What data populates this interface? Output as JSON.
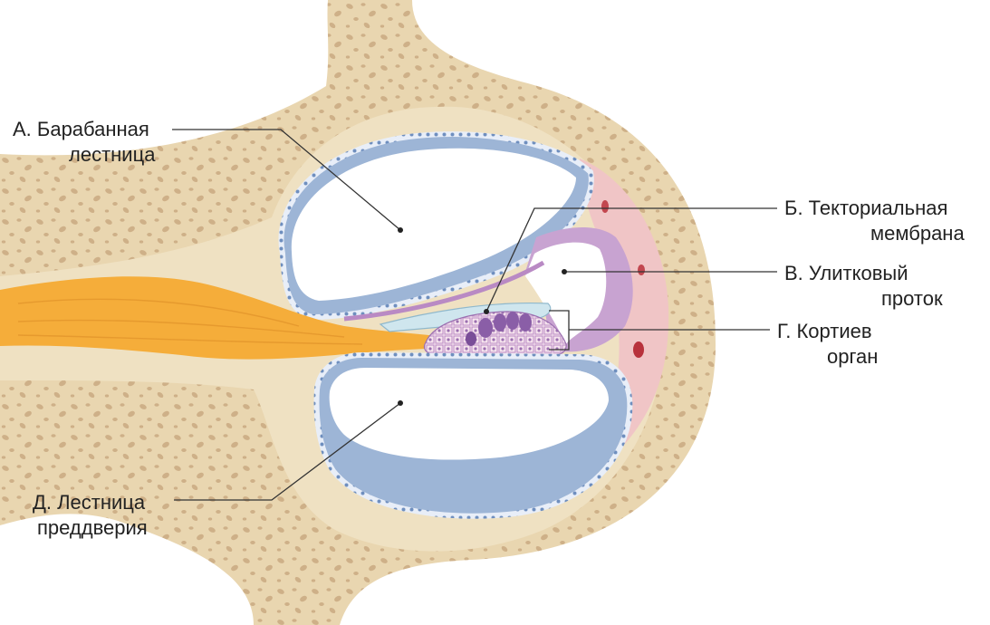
{
  "diagram": {
    "labels": {
      "a": {
        "line1": "А. Барабанная",
        "line2": "лестница"
      },
      "b": {
        "line1": "Б.  Текториальная",
        "line2": "мембрана"
      },
      "v": {
        "line1": "В.  Улитковый",
        "line2": "проток"
      },
      "g": {
        "line1": "Г.  Кортиев",
        "line2": "орган"
      },
      "d": {
        "line1": "Д. Лестница",
        "line2": "преддверия"
      }
    },
    "colors": {
      "bone": "#e9d6b0",
      "bone_spots": "#c9a981",
      "membrane": "#9db5d6",
      "membrane_edge": "#6f8fbf",
      "ligament": "#f0c5c6",
      "nerve": "#f5ad3a",
      "tectorial": "#cfe6ee",
      "cells": "#c8a3d1",
      "hair_cells": "#8a5ea7",
      "leader": "#333333"
    }
  }
}
